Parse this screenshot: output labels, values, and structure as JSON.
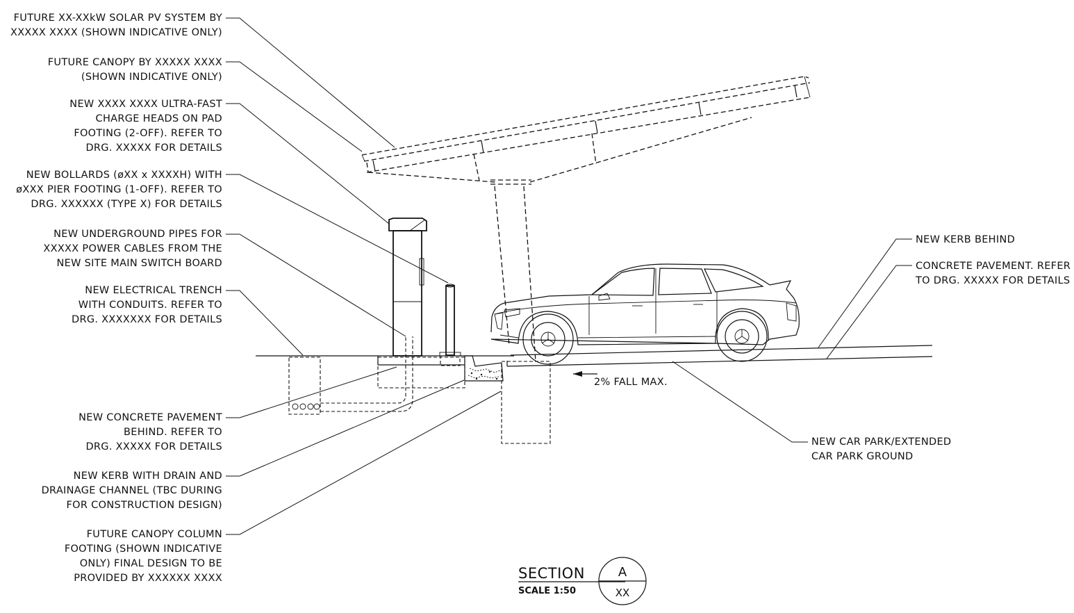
{
  "labels_left": [
    {
      "lines": [
        "FUTURE XX-XXkW SOLAR PV SYSTEM BY",
        "XXXXX XXXX (SHOWN INDICATIVE ONLY)"
      ]
    },
    {
      "lines": [
        "FUTURE CANOPY BY XXXXX XXXX",
        "(SHOWN INDICATIVE ONLY)"
      ]
    },
    {
      "lines": [
        "NEW XXXX XXXX ULTRA-FAST",
        "CHARGE HEADS ON PAD",
        "FOOTING (2-OFF). REFER TO",
        "DRG. XXXXX FOR DETAILS"
      ]
    },
    {
      "lines": [
        "NEW BOLLARDS (øXX x XXXXH) WITH",
        "øXXX PIER FOOTING (1-OFF). REFER TO",
        "DRG. XXXXXX (TYPE X) FOR DETAILS"
      ]
    },
    {
      "lines": [
        "NEW UNDERGROUND PIPES FOR",
        "XXXXX POWER CABLES FROM THE",
        "NEW SITE MAIN SWITCH BOARD"
      ]
    },
    {
      "lines": [
        "NEW ELECTRICAL TRENCH",
        "WITH CONDUITS. REFER TO",
        "DRG. XXXXXXX FOR DETAILS"
      ]
    },
    {
      "lines": [
        "NEW CONCRETE PAVEMENT",
        "BEHIND. REFER TO",
        "DRG. XXXXX FOR DETAILS"
      ]
    },
    {
      "lines": [
        "NEW KERB WITH DRAIN AND",
        "DRAINAGE CHANNEL (TBC DURING",
        "FOR CONSTRUCTION DESIGN)"
      ]
    },
    {
      "lines": [
        "FUTURE CANOPY COLUMN",
        "FOOTING (SHOWN INDICATIVE",
        "ONLY) FINAL DESIGN TO BE",
        "PROVIDED BY XXXXXX XXXX"
      ]
    }
  ],
  "labels_right": [
    {
      "lines": [
        "NEW KERB BEHIND"
      ]
    },
    {
      "lines": [
        "CONCRETE PAVEMENT. REFER",
        "TO DRG. XXXXX FOR DETAILS"
      ]
    },
    {
      "lines": [
        "NEW CAR PARK/EXTENDED",
        "CAR PARK GROUND"
      ]
    }
  ],
  "fall_note": "2% FALL MAX.",
  "section": {
    "title": "SECTION",
    "scale": "SCALE 1:50",
    "letter": "A",
    "sheet": "XX"
  }
}
